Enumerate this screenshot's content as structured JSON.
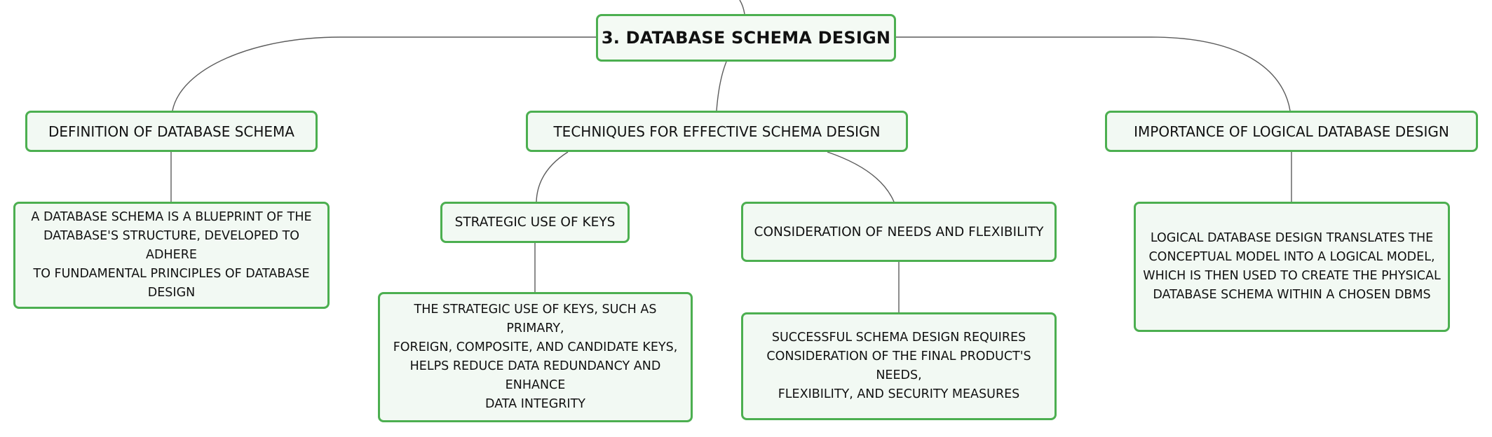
{
  "root": {
    "title": "3. DATABASE SCHEMA DESIGN"
  },
  "branches": [
    {
      "label": "DEFINITION OF DATABASE SCHEMA",
      "detail": "A DATABASE SCHEMA IS A BLUEPRINT OF THE\nDATABASE'S STRUCTURE, DEVELOPED TO ADHERE\nTO FUNDAMENTAL PRINCIPLES OF DATABASE\nDESIGN"
    },
    {
      "label": "TECHNIQUES FOR EFFECTIVE SCHEMA DESIGN",
      "children": [
        {
          "label": "STRATEGIC USE OF KEYS",
          "detail": "THE STRATEGIC USE OF KEYS, SUCH AS PRIMARY,\nFOREIGN, COMPOSITE, AND CANDIDATE KEYS,\nHELPS REDUCE DATA REDUNDANCY AND ENHANCE\nDATA INTEGRITY"
        },
        {
          "label": "CONSIDERATION OF NEEDS AND FLEXIBILITY",
          "detail": "SUCCESSFUL SCHEMA DESIGN REQUIRES\nCONSIDERATION OF THE FINAL PRODUCT'S NEEDS,\nFLEXIBILITY, AND SECURITY MEASURES"
        }
      ]
    },
    {
      "label": "IMPORTANCE OF LOGICAL DATABASE DESIGN",
      "detail": "LOGICAL DATABASE DESIGN TRANSLATES THE\nCONCEPTUAL MODEL INTO A LOGICAL MODEL,\nWHICH IS THEN USED TO CREATE THE PHYSICAL\nDATABASE SCHEMA WITHIN A CHOSEN DBMS"
    }
  ],
  "colors": {
    "node_border": "#4caf50",
    "node_fill": "#f2f9f3",
    "connector": "#5c5c5c",
    "text": "#111111"
  }
}
